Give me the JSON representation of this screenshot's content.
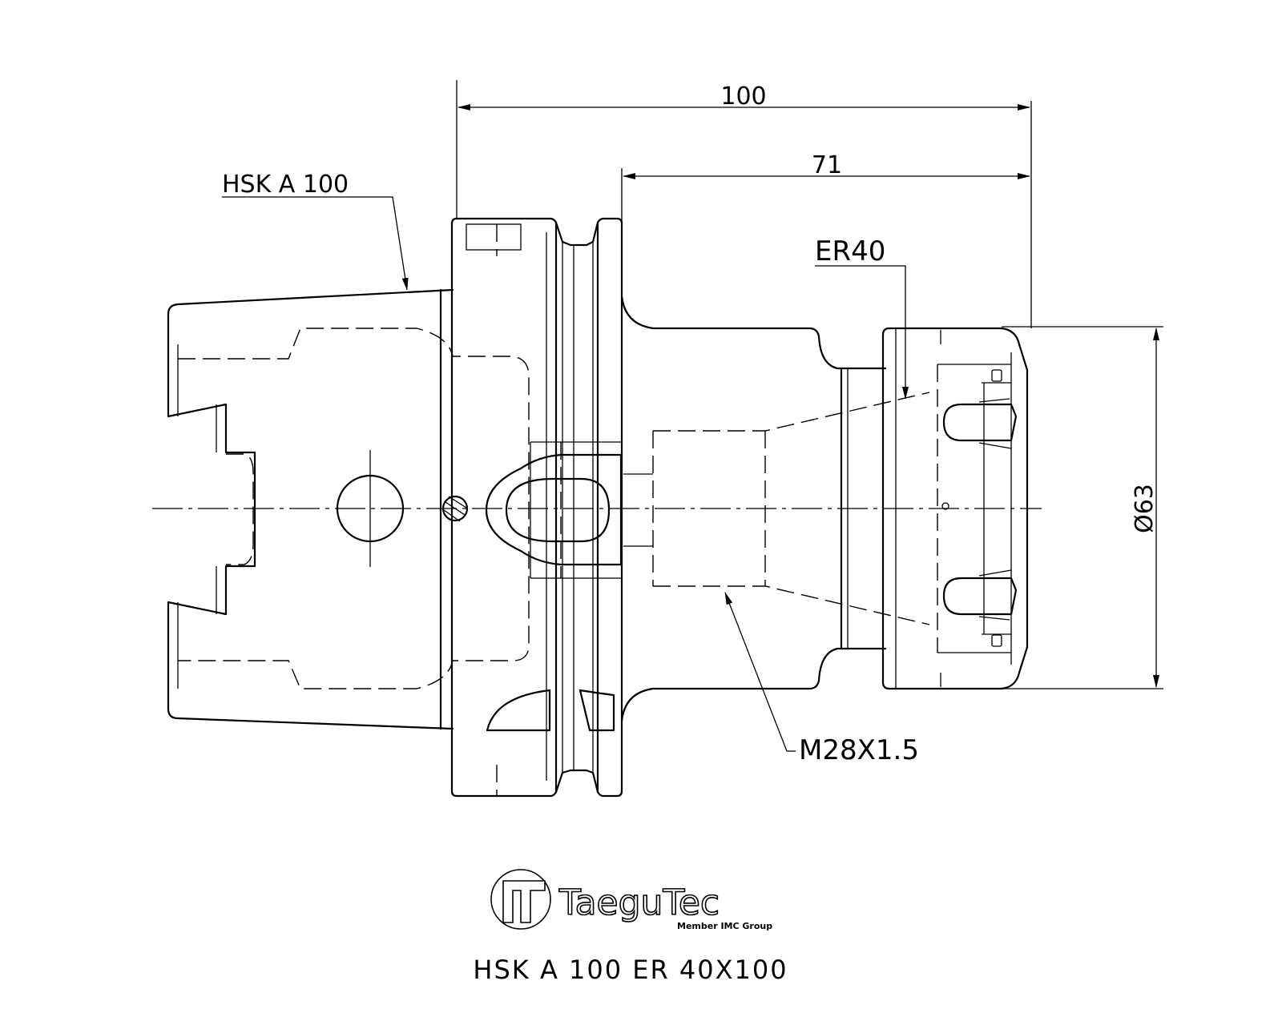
{
  "dimensions": {
    "overall_length": "100",
    "gauge_length": "71",
    "diameter": "Ø63"
  },
  "callouts": {
    "shank": "HSK  A  100",
    "collet": "ER40",
    "thread": "M28X1.5"
  },
  "logo": {
    "name": "TaeguTec",
    "tagline": "Member IMC Group"
  },
  "caption": "HSK  A  100  ER  40X100"
}
